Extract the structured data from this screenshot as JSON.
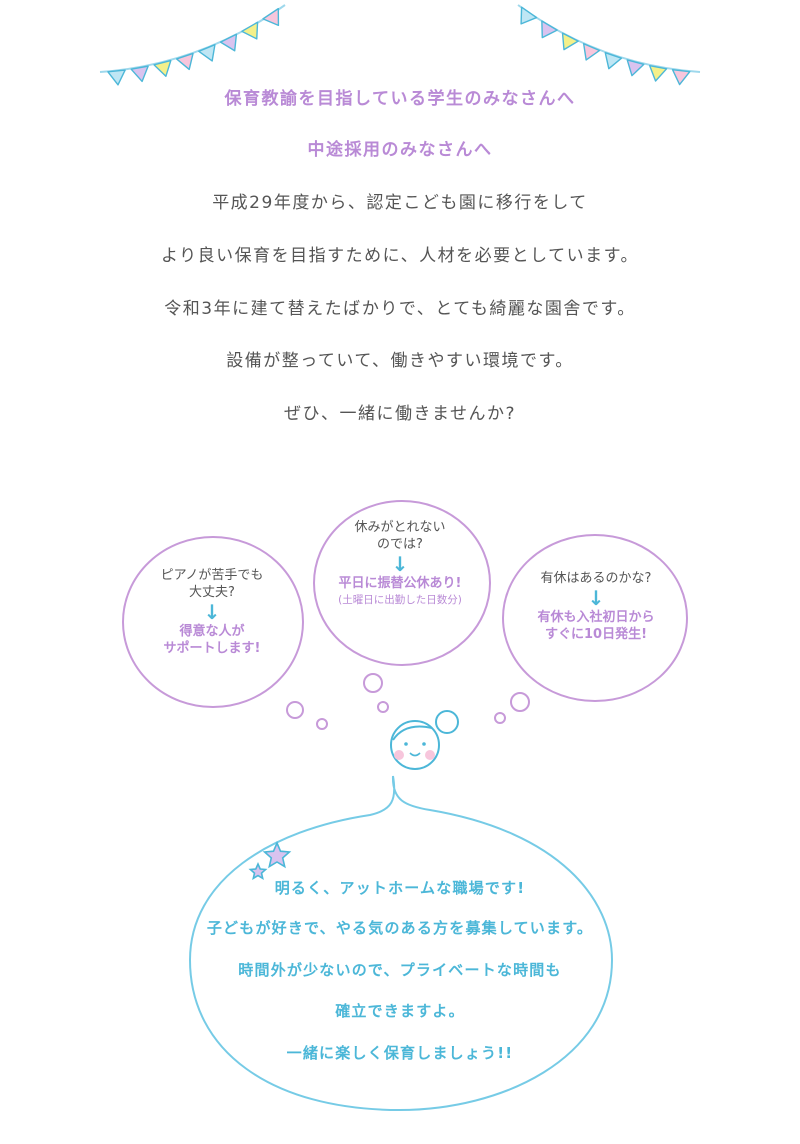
{
  "heading": {
    "line1": "保育教諭を目指している学生のみなさんへ",
    "line2": "中途採用のみなさんへ"
  },
  "intro": [
    "平成29年度から、認定こども園に移行をして",
    "より良い保育を目指すために、人材を必要としています。",
    "令和3年に建て替えたばかりで、とても綺麗な園舎です。",
    "設備が整っていて、働きやすい環境です。",
    "ぜひ、一緒に働きませんか?"
  ],
  "bubbles": {
    "left": {
      "question": [
        "ピアノが苦手でも",
        "大丈夫?"
      ],
      "arrow": "↓",
      "answer": [
        "得意な人が",
        "サポートします!"
      ]
    },
    "center": {
      "question": [
        "休みがとれない",
        "のでは?"
      ],
      "arrow": "↓",
      "answer": [
        "平日に振替公休あり!"
      ],
      "note": "(土曜日に出勤した日数分)"
    },
    "right": {
      "question": [
        "有休はあるのかな?"
      ],
      "arrow": "↓",
      "answer": [
        "有休も入社初日から",
        "すぐに10日発生!"
      ]
    }
  },
  "message": [
    "明るく、アットホームな職場です!",
    "子どもが好きで、やる気のある方を募集しています。",
    "時間外が少ないので、プライベートな時間も",
    "確立できますよ。",
    "一緒に楽しく保育しましょう!!"
  ],
  "colors": {
    "purple": "#b98ad6",
    "blue": "#4cb7d8",
    "yellow": "#f4f08a",
    "pink": "#f7c6dc",
    "lavender": "#d9c3ef",
    "sky": "#bfe6f4"
  }
}
